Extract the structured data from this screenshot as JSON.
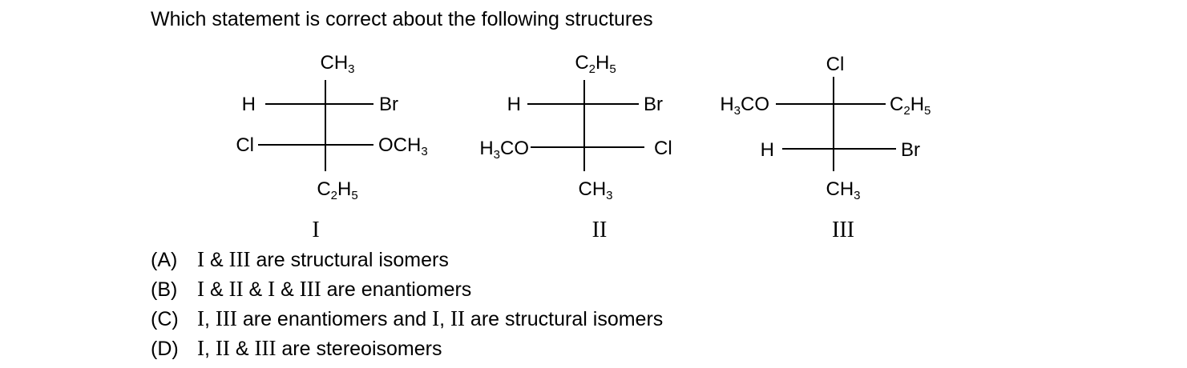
{
  "question": {
    "text": "Which statement is correct about the following structures"
  },
  "structures": [
    {
      "numeral": "I",
      "top": "CH3",
      "bottom": "C2H5",
      "row1": {
        "left": "H",
        "right": "Br"
      },
      "row2": {
        "left": "Cl",
        "right": "OCH3"
      }
    },
    {
      "numeral": "II",
      "top": "C2H5",
      "bottom": "CH3",
      "row1": {
        "left": "H",
        "right": "Br"
      },
      "row2": {
        "left": "H3CO",
        "right": "Cl"
      }
    },
    {
      "numeral": "III",
      "top": "Cl",
      "bottom": "CH3",
      "row1": {
        "left": "H3CO",
        "right": "C2H5"
      },
      "row2": {
        "left": "H",
        "right": "Br"
      }
    }
  ],
  "options": [
    {
      "label": "(A)",
      "text": "I & III are structural isomers"
    },
    {
      "label": "(B)",
      "text": "I & II & I & III are enantiomers"
    },
    {
      "label": "(C)",
      "text": "I, III are enantiomers and I, II are structural isomers"
    },
    {
      "label": "(D)",
      "text": "I, II & III are stereoisomers"
    }
  ]
}
